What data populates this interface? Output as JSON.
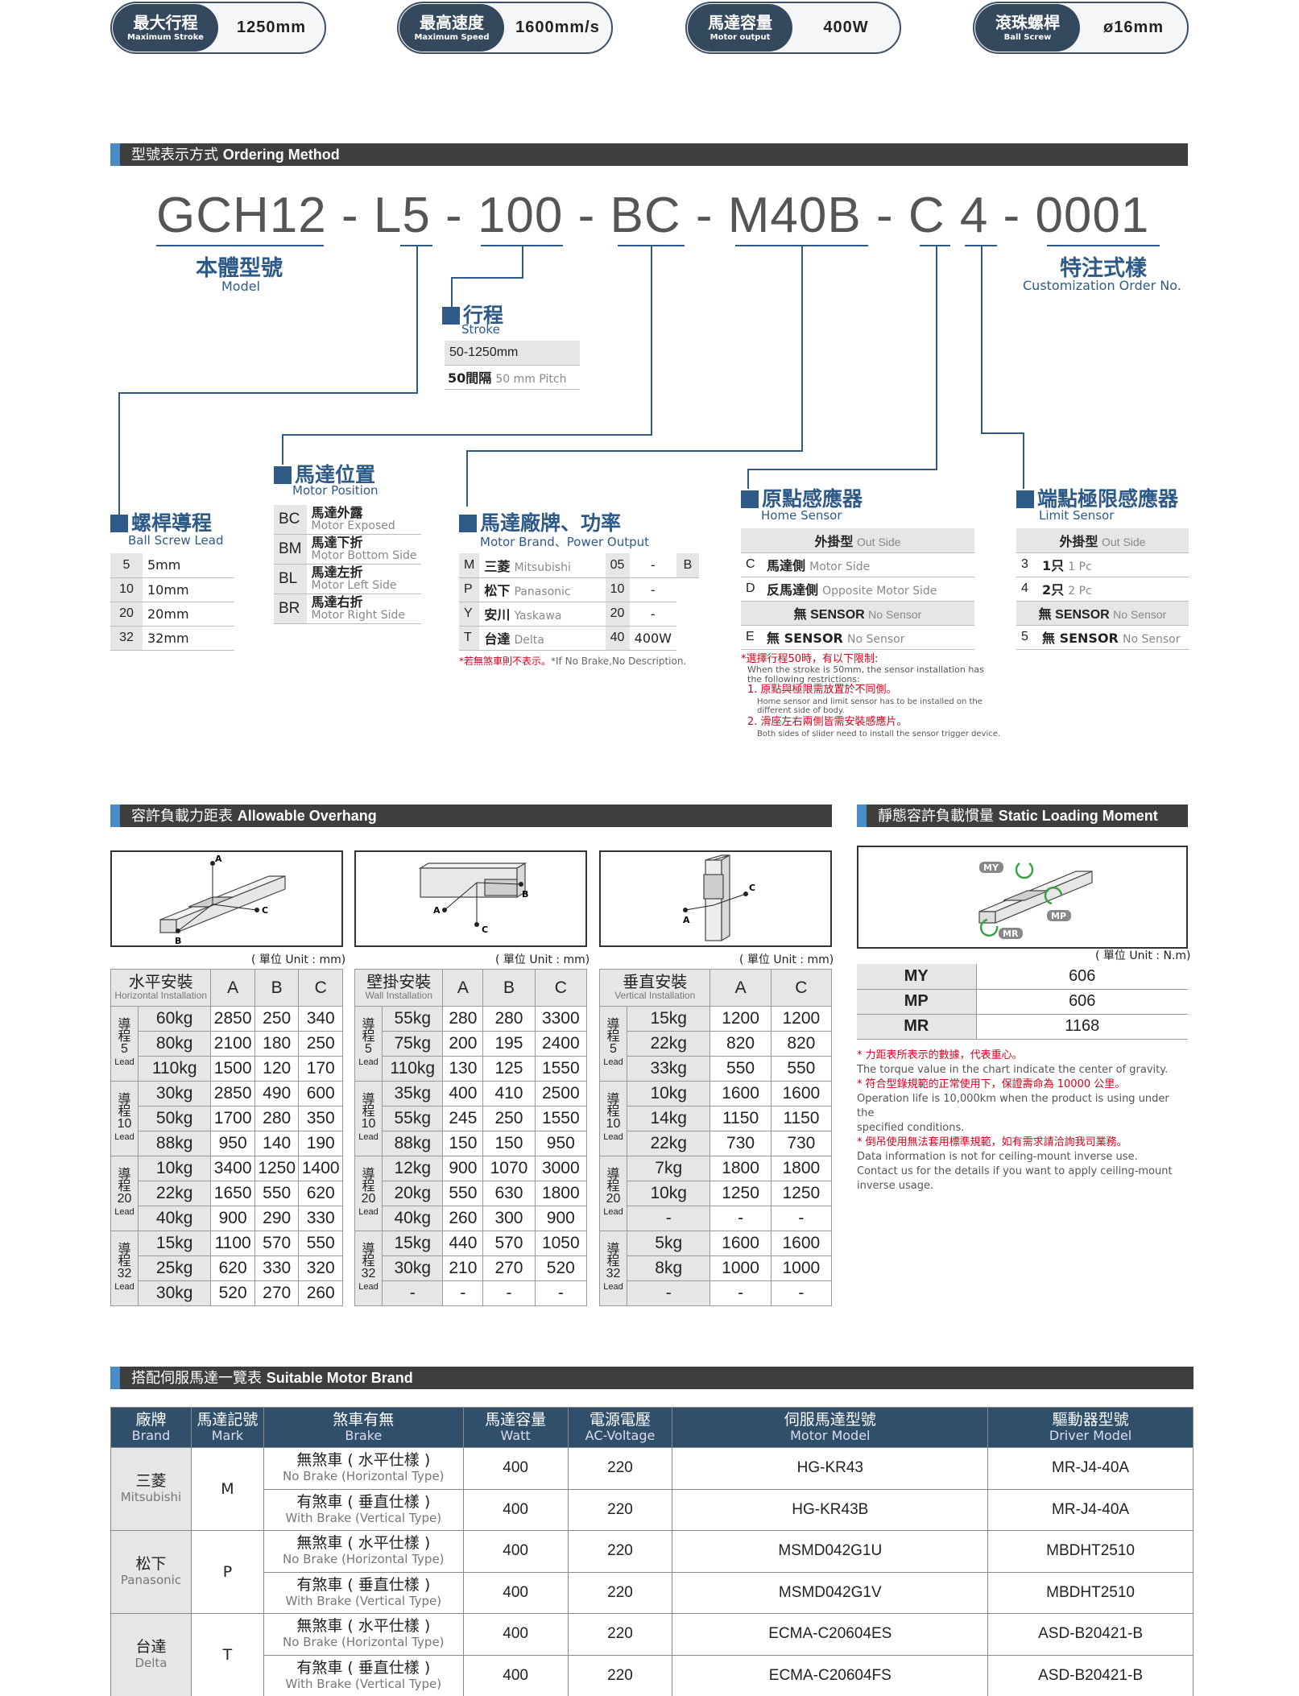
{
  "specs": [
    {
      "zh": "最大行程",
      "en": "Maximum Stroke",
      "value": "1250mm"
    },
    {
      "zh": "最高速度",
      "en": "Maximum Speed",
      "value": "1600mm/s"
    },
    {
      "zh": "馬達容量",
      "en": "Motor output",
      "value": "400W"
    },
    {
      "zh": "滾珠螺桿",
      "en": "Ball Screw",
      "value": "ø16mm"
    }
  ],
  "ordering": {
    "bar_zh": "型號表示方式",
    "bar_en": "Ordering Method",
    "code": [
      "GCH12",
      " - ",
      "L5",
      " - ",
      "100",
      " - ",
      "BC",
      " - ",
      "M40B",
      " - ",
      "C",
      " ",
      "4",
      " - ",
      "0001"
    ],
    "model_zh": "本體型號",
    "model_en": "Model",
    "custom_zh": "特注式樣",
    "custom_en": "Customization Order No.",
    "stroke": {
      "zh": "行程",
      "en": "Stroke",
      "range": "50-1250mm",
      "pitch_zh": "50間隔",
      "pitch_en": "50 mm Pitch"
    },
    "lead": {
      "zh": "螺桿導程",
      "en": "Ball Screw Lead",
      "rows": [
        [
          "5",
          "5mm"
        ],
        [
          "10",
          "10mm"
        ],
        [
          "20",
          "20mm"
        ],
        [
          "32",
          "32mm"
        ]
      ]
    },
    "position": {
      "zh": "馬達位置",
      "en": "Motor Position",
      "rows": [
        {
          "k": "BC",
          "zh": "馬達外露",
          "en": "Motor Exposed"
        },
        {
          "k": "BM",
          "zh": "馬達下折",
          "en": "Motor Bottom Side"
        },
        {
          "k": "BL",
          "zh": "馬達左折",
          "en": "Motor Left Side"
        },
        {
          "k": "BR",
          "zh": "馬達右折",
          "en": "Motor Right Side"
        }
      ]
    },
    "brand": {
      "zh": "馬達廠牌、功率",
      "en": "Motor Brand、Power Output",
      "rows": [
        {
          "k": "M",
          "zh": "三菱",
          "en": "Mitsubishi",
          "p": "05",
          "pv": "-"
        },
        {
          "k": "P",
          "zh": "松下",
          "en": "Panasonic",
          "p": "10",
          "pv": "-"
        },
        {
          "k": "Y",
          "zh": "安川",
          "en": "Yaskawa",
          "p": "20",
          "pv": "-"
        },
        {
          "k": "T",
          "zh": "台達",
          "en": "Delta",
          "p": "40",
          "pv": "400W"
        }
      ],
      "b": "B",
      "note_zh": "*若無煞車則不表示。",
      "note_en": "*If No Brake,No Description."
    },
    "home": {
      "zh": "原點感應器",
      "en": "Home Sensor",
      "sub_zh": "外掛型",
      "sub_en": "Out Side",
      "rows": [
        {
          "k": "C",
          "zh": "馬達側",
          "en": "Motor Side"
        },
        {
          "k": "D",
          "zh": "反馬達側",
          "en": "Opposite Motor Side"
        },
        {
          "k": "",
          "zh": "無 SENSOR",
          "en": "No Sensor"
        },
        {
          "k": "E",
          "zh": "無 SENSOR",
          "en": "No Sensor"
        }
      ],
      "notes": [
        "*選擇行程50時，有以下限制:",
        "When the stroke is 50mm, the sensor installation has",
        "the following restrictions:",
        "1. 原點與極限需放置於不同側。",
        "Home sensor and limit sensor has to be installed on the",
        "different side of body.",
        "2. 滑座左右兩側皆需安裝感應片。",
        "Both sides of slider need to install the sensor trigger device."
      ]
    },
    "limit": {
      "zh": "端點極限感應器",
      "en": "Limit Sensor",
      "sub_zh": "外掛型",
      "sub_en": "Out Side",
      "rows": [
        {
          "k": "3",
          "zh": "1只",
          "en": "1 Pc"
        },
        {
          "k": "4",
          "zh": "2只",
          "en": "2 Pc"
        },
        {
          "k": "無",
          "zh": "SENSOR",
          "en": "No Sensor"
        },
        {
          "k": "5",
          "zh": "無 SENSOR",
          "en": "No Sensor"
        }
      ]
    }
  },
  "overhang": {
    "bar_zh": "容許負載力距表",
    "bar_en": "Allowable Overhang",
    "unit": "( 單位 Unit : mm)",
    "tables": [
      {
        "zh": "水平安裝",
        "en": "Horizontal Installation",
        "cols": [
          "A",
          "B",
          "C"
        ],
        "groups": [
          {
            "lead": "5",
            "rows": [
              [
                "60kg",
                "2850",
                "250",
                "340"
              ],
              [
                "80kg",
                "2100",
                "180",
                "250"
              ],
              [
                "110kg",
                "1500",
                "120",
                "170"
              ]
            ]
          },
          {
            "lead": "10",
            "rows": [
              [
                "30kg",
                "2850",
                "490",
                "600"
              ],
              [
                "50kg",
                "1700",
                "280",
                "350"
              ],
              [
                "88kg",
                "950",
                "140",
                "190"
              ]
            ]
          },
          {
            "lead": "20",
            "rows": [
              [
                "10kg",
                "3400",
                "1250",
                "1400"
              ],
              [
                "22kg",
                "1650",
                "550",
                "620"
              ],
              [
                "40kg",
                "900",
                "290",
                "330"
              ]
            ]
          },
          {
            "lead": "32",
            "rows": [
              [
                "15kg",
                "1100",
                "570",
                "550"
              ],
              [
                "25kg",
                "620",
                "330",
                "320"
              ],
              [
                "30kg",
                "520",
                "270",
                "260"
              ]
            ]
          }
        ]
      },
      {
        "zh": "壁掛安裝",
        "en": "Wall Installation",
        "cols": [
          "A",
          "B",
          "C"
        ],
        "groups": [
          {
            "lead": "5",
            "rows": [
              [
                "55kg",
                "280",
                "280",
                "3300"
              ],
              [
                "75kg",
                "200",
                "195",
                "2400"
              ],
              [
                "110kg",
                "130",
                "125",
                "1550"
              ]
            ]
          },
          {
            "lead": "10",
            "rows": [
              [
                "35kg",
                "400",
                "410",
                "2500"
              ],
              [
                "55kg",
                "245",
                "250",
                "1550"
              ],
              [
                "88kg",
                "150",
                "150",
                "950"
              ]
            ]
          },
          {
            "lead": "20",
            "rows": [
              [
                "12kg",
                "900",
                "1070",
                "3000"
              ],
              [
                "20kg",
                "550",
                "630",
                "1800"
              ],
              [
                "40kg",
                "260",
                "300",
                "900"
              ]
            ]
          },
          {
            "lead": "32",
            "rows": [
              [
                "15kg",
                "440",
                "570",
                "1050"
              ],
              [
                "30kg",
                "210",
                "270",
                "520"
              ],
              [
                "-",
                "-",
                "-",
                "-"
              ]
            ]
          }
        ]
      },
      {
        "zh": "垂直安裝",
        "en": "Vertical Installation",
        "cols": [
          "A",
          "C"
        ],
        "groups": [
          {
            "lead": "5",
            "rows": [
              [
                "15kg",
                "1200",
                "1200"
              ],
              [
                "22kg",
                "820",
                "820"
              ],
              [
                "33kg",
                "550",
                "550"
              ]
            ]
          },
          {
            "lead": "10",
            "rows": [
              [
                "10kg",
                "1600",
                "1600"
              ],
              [
                "14kg",
                "1150",
                "1150"
              ],
              [
                "22kg",
                "730",
                "730"
              ]
            ]
          },
          {
            "lead": "20",
            "rows": [
              [
                "7kg",
                "1800",
                "1800"
              ],
              [
                "10kg",
                "1250",
                "1250"
              ],
              [
                "-",
                "-",
                "-"
              ]
            ]
          },
          {
            "lead": "32",
            "rows": [
              [
                "5kg",
                "1600",
                "1600"
              ],
              [
                "8kg",
                "1000",
                "1000"
              ],
              [
                "-",
                "-",
                "-"
              ]
            ]
          }
        ]
      }
    ],
    "lead_zh": "導程",
    "lead_en": "Lead"
  },
  "moment": {
    "bar_zh": "靜態容許負載慣量",
    "bar_en": "Static Loading Moment",
    "unit": "( 單位 Unit : N.m)",
    "rows": [
      [
        "MY",
        "606"
      ],
      [
        "MP",
        "606"
      ],
      [
        "MR",
        "1168"
      ]
    ],
    "labels": [
      "MY",
      "MP",
      "MR"
    ],
    "notes": [
      {
        "t": "* 力距表所表示的數據，代表重心。",
        "red": true
      },
      {
        "t": "The torque value in the chart indicate the center of gravity.",
        "red": false
      },
      {
        "t": "* 符合型錄規範的正常使用下，保證壽命為 10000 公里。",
        "red": true
      },
      {
        "t": "Operation life is 10,000km when the product is using under the",
        "red": false
      },
      {
        "t": "specified conditions.",
        "red": false
      },
      {
        "t": "* 倒吊使用無法套用標準規範，如有需求請洽詢我司業務。",
        "red": true
      },
      {
        "t": "Data information is not for ceiling-mount inverse use.",
        "red": false
      },
      {
        "t": "Contact us for the details if you want to apply ceiling-mount",
        "red": false
      },
      {
        "t": "inverse usage.",
        "red": false
      }
    ]
  },
  "motors": {
    "bar_zh": "搭配伺服馬達一覽表",
    "bar_en": "Suitable Motor Brand",
    "headers": [
      [
        "廠牌",
        "Brand"
      ],
      [
        "馬達記號",
        "Mark"
      ],
      [
        "煞車有無",
        "Brake"
      ],
      [
        "馬達容量",
        "Watt"
      ],
      [
        "電源電壓",
        "AC-Voltage"
      ],
      [
        "伺服馬達型號",
        "Motor Model"
      ],
      [
        "驅動器型號",
        "Driver Model"
      ]
    ],
    "brands": [
      {
        "zh": "三菱",
        "en": "Mitsubishi",
        "mark": "M",
        "rows": [
          {
            "bz": "無煞車 ( 水平仕樣 )",
            "be": "No Brake (Horizontal Type)",
            "w": "400",
            "v": "220",
            "m": "HG-KR43",
            "d": "MR-J4-40A"
          },
          {
            "bz": "有煞車 ( 垂直仕樣 )",
            "be": "With Brake (Vertical Type)",
            "w": "400",
            "v": "220",
            "m": "HG-KR43B",
            "d": "MR-J4-40A"
          }
        ]
      },
      {
        "zh": "松下",
        "en": "Panasonic",
        "mark": "P",
        "rows": [
          {
            "bz": "無煞車 ( 水平仕樣 )",
            "be": "No Brake (Horizontal Type)",
            "w": "400",
            "v": "220",
            "m": "MSMD042G1U",
            "d": "MBDHT2510"
          },
          {
            "bz": "有煞車 ( 垂直仕樣 )",
            "be": "With Brake (Vertical Type)",
            "w": "400",
            "v": "220",
            "m": "MSMD042G1V",
            "d": "MBDHT2510"
          }
        ]
      },
      {
        "zh": "台達",
        "en": "Delta",
        "mark": "T",
        "rows": [
          {
            "bz": "無煞車 ( 水平仕樣 )",
            "be": "No Brake (Horizontal Type)",
            "w": "400",
            "v": "220",
            "m": "ECMA-C20604ES",
            "d": "ASD-B20421-B"
          },
          {
            "bz": "有煞車 ( 垂直仕樣 )",
            "be": "With Brake (Vertical Type)",
            "w": "400",
            "v": "220",
            "m": "ECMA-C20604FS",
            "d": "ASD-B20421-B"
          }
        ]
      }
    ]
  },
  "diagram_labels": {
    "a": "A",
    "b": "B",
    "c": "C"
  }
}
